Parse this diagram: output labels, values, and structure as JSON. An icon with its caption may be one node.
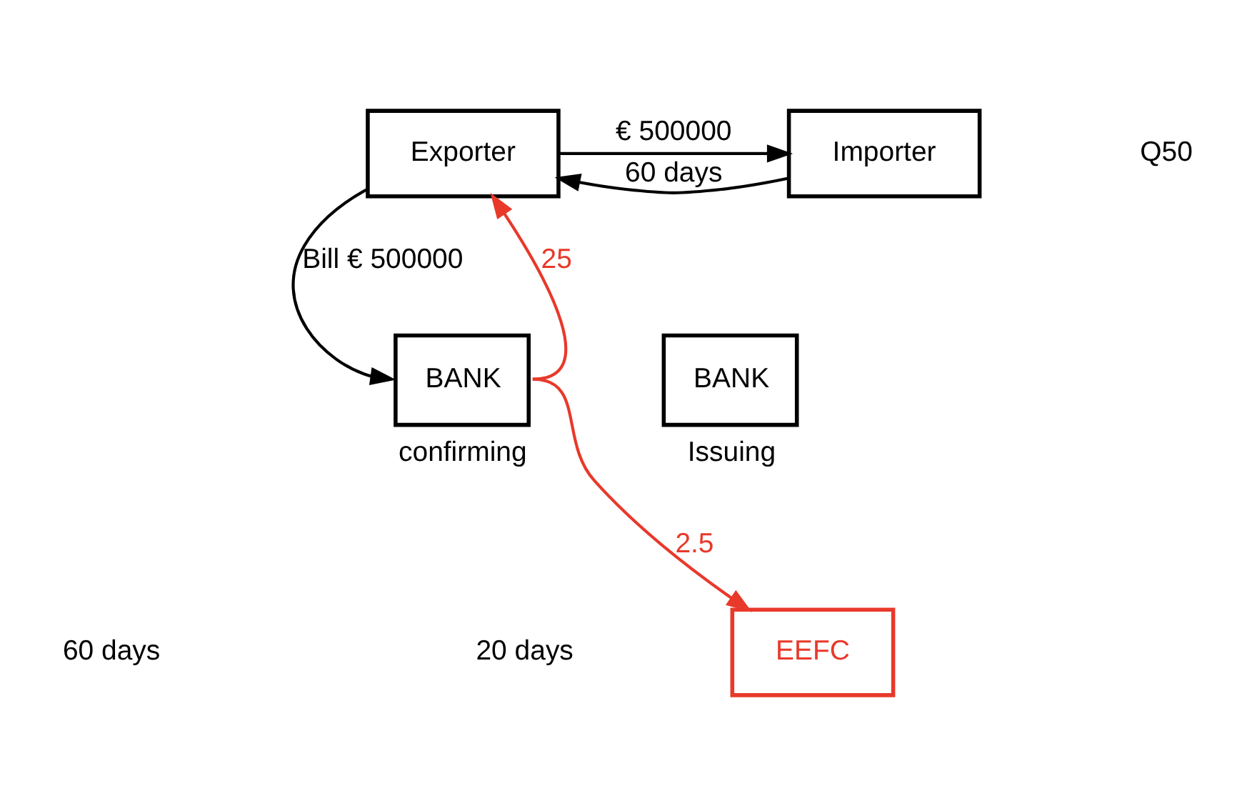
{
  "diagram": {
    "nodes": [
      {
        "text": [
          "Exporter"
        ]
      },
      {
        "text": [
          "Importer"
        ]
      },
      {
        "text": [
          "EEFC"
        ]
      },
      {
        "text": [
          "BANK"
        ],
        "beside": [
          "confirming"
        ]
      },
      {
        "text": [
          "BANK"
        ],
        "beside": [
          "Issuing"
        ]
      }
    ],
    "edges": [
      {
        "from": 0,
        "to": 1,
        "arrow": "to",
        "label": "€ 500000"
      },
      {
        "from": 1,
        "to": 0,
        "arrow": "to",
        "label": "60 days"
      },
      {
        "from": 0,
        "to": 3,
        "arrow": "to",
        "label": "Bill € 500000"
      },
      {
        "from": 3,
        "to": 0,
        "arrow": "to",
        "label": "25",
        "color": "#e8392a"
      },
      {
        "from": 3,
        "to": 2,
        "arrow": "to",
        "label": "2.5",
        "color": "#e8392a"
      }
    ],
    "labels": [
      "Q50",
      "60 days",
      "20 days"
    ]
  }
}
